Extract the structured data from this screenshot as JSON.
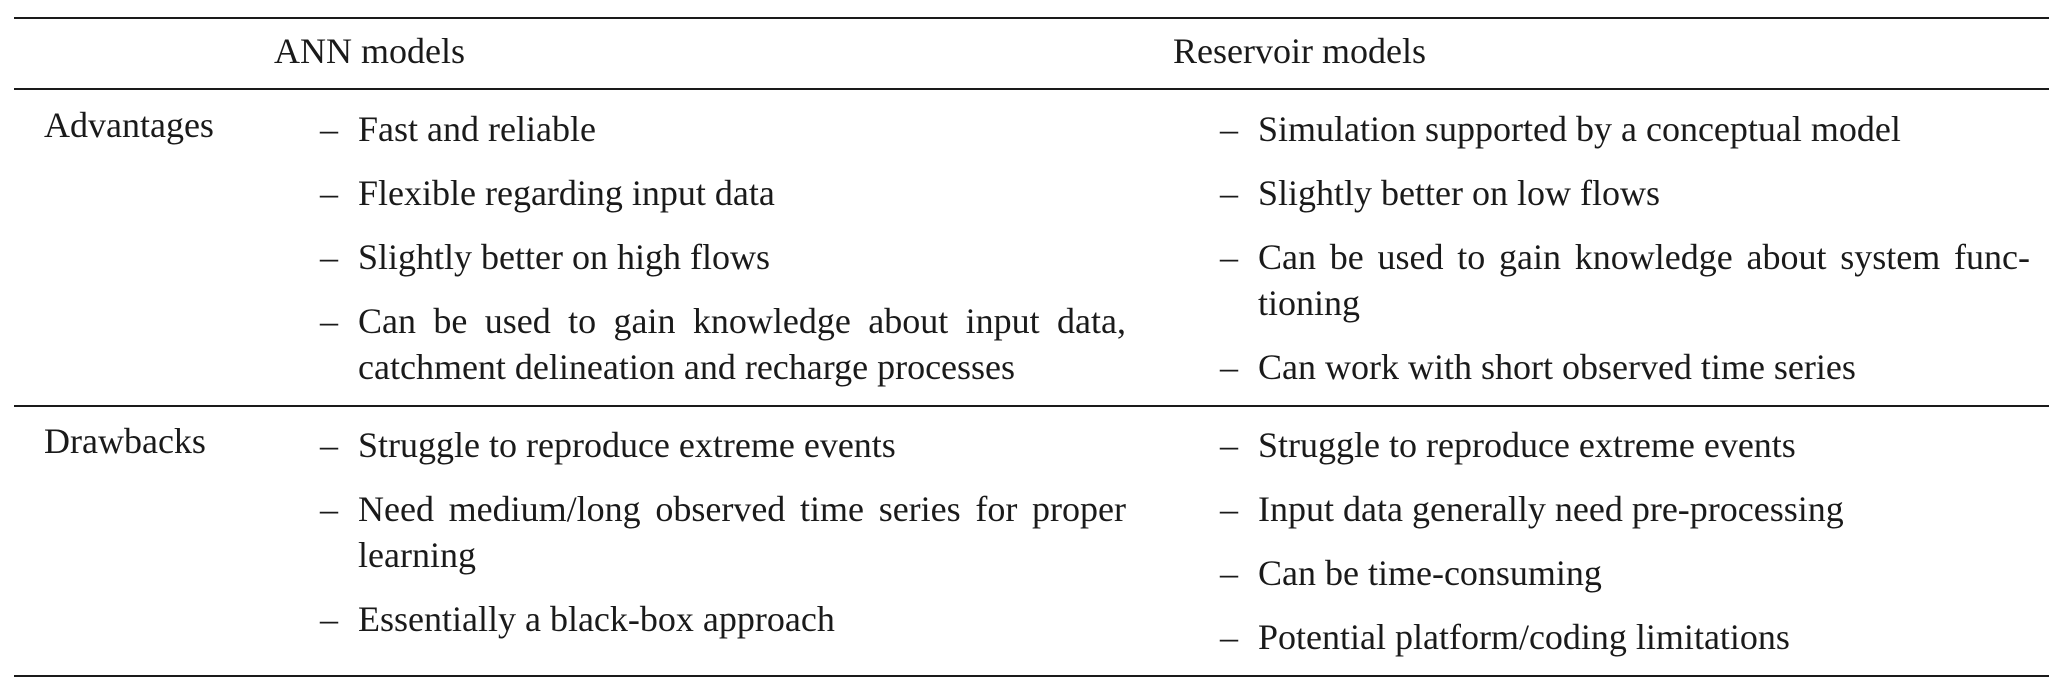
{
  "table": {
    "header": {
      "col_ann": "ANN models",
      "col_res": "Reservoir models"
    },
    "rows": [
      {
        "label": "Advantages",
        "ann": [
          "Fast and reliable",
          "Flexible regarding input data",
          "Slightly better on high flows",
          "Can be used to gain knowledge about input data, catchment delineation and recharge processes"
        ],
        "res": [
          "Simulation supported by a conceptual model",
          "Slightly better on low flows",
          "Can be used to gain knowledge about system func-tioning",
          "Can work with short observed time series"
        ]
      },
      {
        "label": "Drawbacks",
        "ann": [
          "Struggle to reproduce extreme events",
          "Need medium/long observed time series for proper learning",
          "Essentially a black-box approach"
        ],
        "res": [
          "Struggle to reproduce extreme events",
          "Input data generally need pre-processing",
          "Can be time-consuming",
          "Potential platform/coding limitations"
        ]
      }
    ],
    "bullet": "–"
  }
}
